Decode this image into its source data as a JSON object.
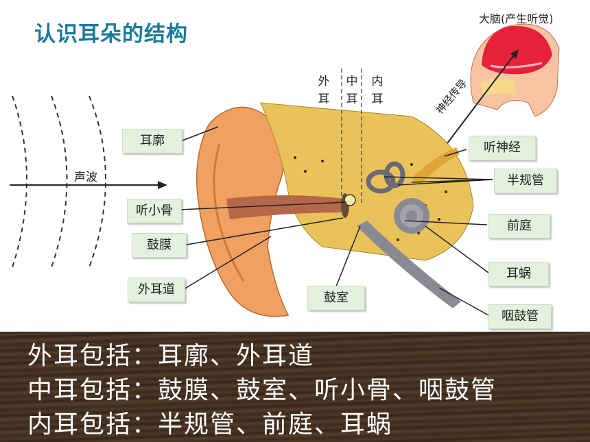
{
  "title": "认识耳朵的结构",
  "labels": {
    "brain": "大脑(产生听觉)",
    "nerve_conduction": "神经传导",
    "outer_ear_top": [
      "外",
      "耳"
    ],
    "middle_ear_top": [
      "中",
      "耳"
    ],
    "inner_ear_top": [
      "内",
      "耳"
    ],
    "sound_wave": "声波",
    "auricle": "耳廓",
    "ossicles": "听小骨",
    "eardrum": "鼓膜",
    "ear_canal": "外耳道",
    "tympanic_cavity": "鼓室",
    "auditory_nerve": "听神经",
    "semicircular": "半规管",
    "vestibule": "前庭",
    "cochlea": "耳蜗",
    "eustachian": "咽鼓管"
  },
  "summary": [
    "外耳包括：耳廓、外耳道",
    "中耳包括：鼓膜、鼓室、听小骨、咽鼓管",
    "内耳包括：半规管、前庭、耳蜗"
  ],
  "colors": {
    "title": "#1a7a9a",
    "label_bg": "#e3f1de",
    "brain": "#e8213a",
    "ear": "#f0a060"
  }
}
